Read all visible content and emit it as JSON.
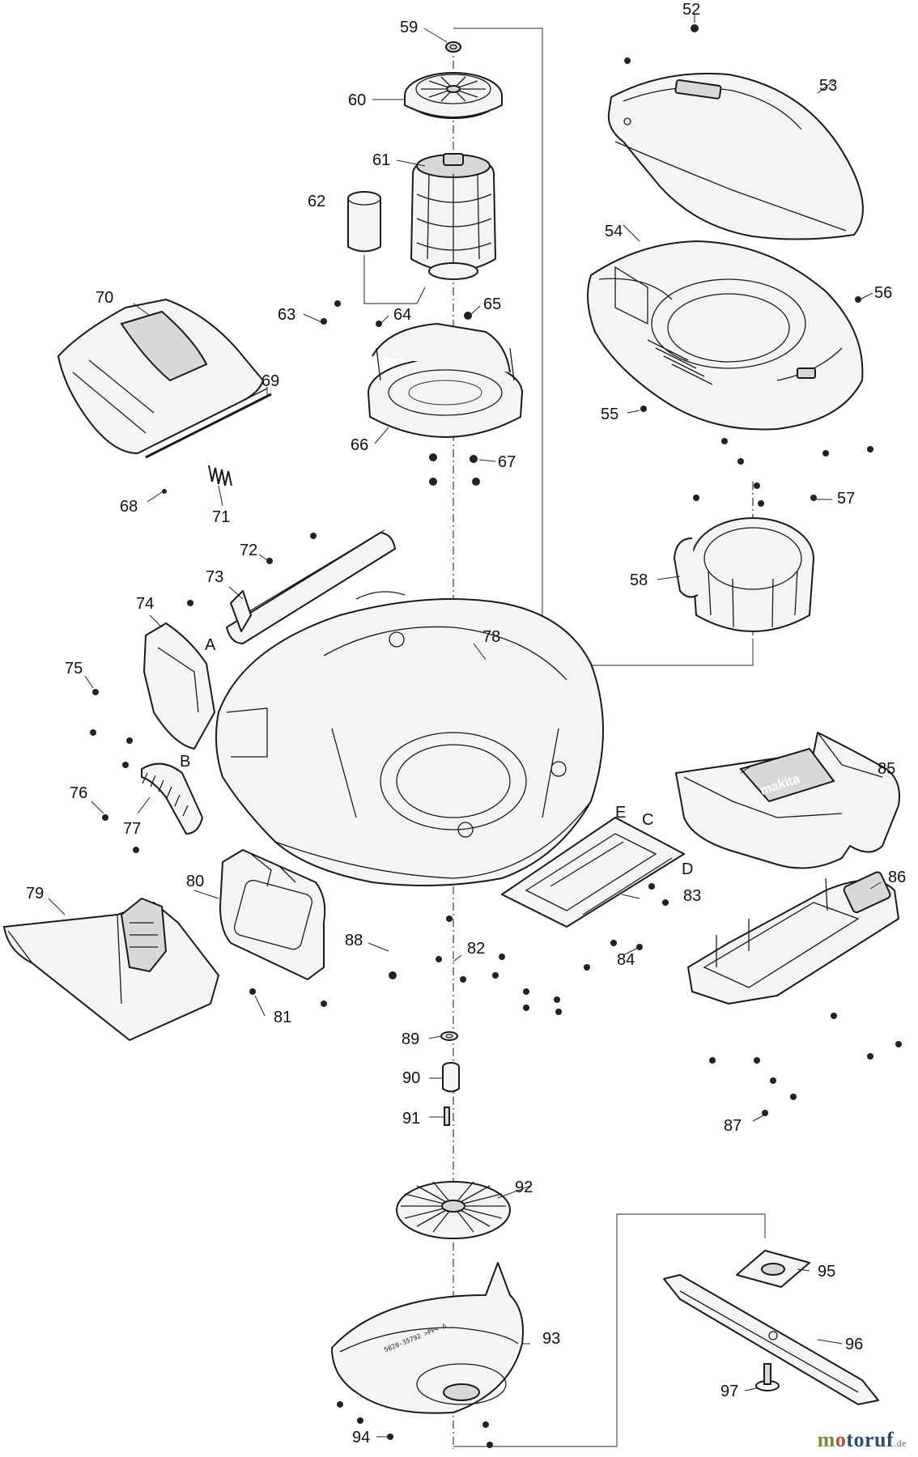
{
  "diagram": {
    "part_numbers": [
      "52",
      "53",
      "54",
      "55",
      "56",
      "57",
      "58",
      "59",
      "60",
      "61",
      "62",
      "63",
      "64",
      "65",
      "66",
      "67",
      "68",
      "69",
      "70",
      "71",
      "72",
      "73",
      "74",
      "75",
      "76",
      "77",
      "78",
      "79",
      "80",
      "81",
      "82",
      "83",
      "84",
      "85",
      "86",
      "87",
      "88",
      "89",
      "90",
      "91",
      "92",
      "93",
      "94",
      "95",
      "96",
      "97"
    ],
    "reference_letters": [
      "A",
      "B",
      "C",
      "D",
      "E"
    ],
    "brand_mark": "makita",
    "blade_guard_stamp": "5020-35792 >PP< ∆",
    "colors": {
      "line": "#1a1a1a",
      "part_fill": "#f4f4f4",
      "shaded_fill": "#d8d8d8"
    }
  },
  "watermark": {
    "text": "motoruf",
    "tld": ".de"
  }
}
